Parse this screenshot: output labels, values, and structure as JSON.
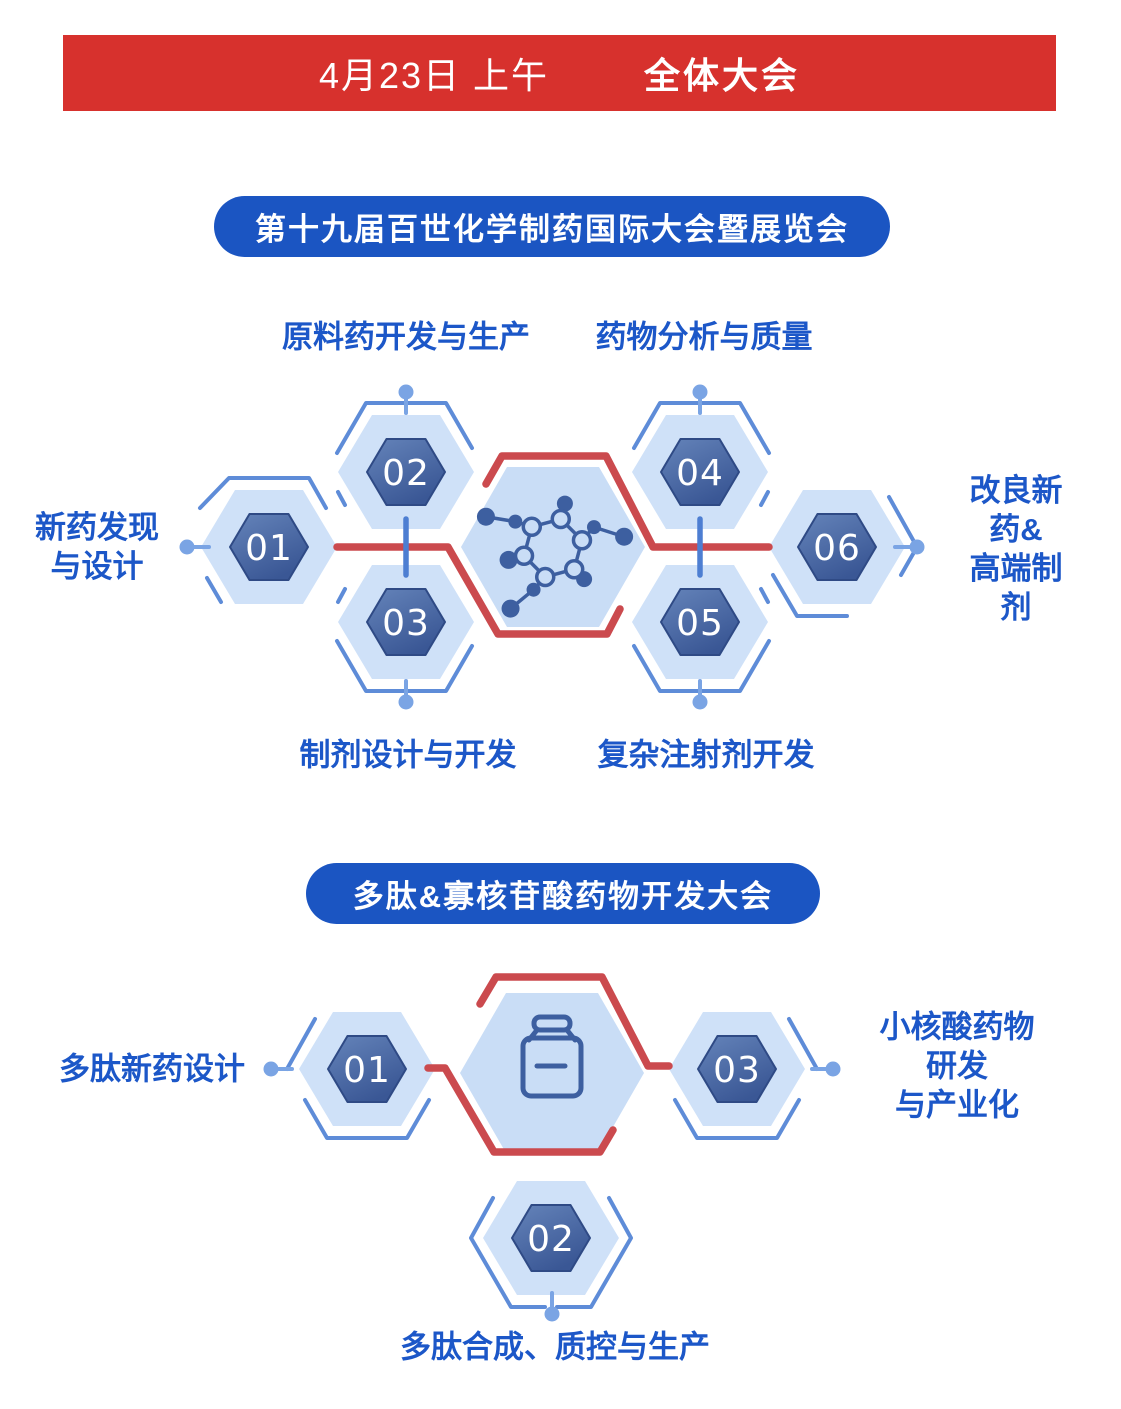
{
  "banner": {
    "date": "4月23日 上午",
    "session_title": "全体大会"
  },
  "conference1": {
    "title": "第十九届百世化学制药国际大会暨展览会",
    "center_icon": "molecule-icon",
    "tracks": [
      {
        "num": "01",
        "label": "新药发现\n与设计"
      },
      {
        "num": "02",
        "label": "原料药开发与生产"
      },
      {
        "num": "03",
        "label": "制剂设计与开发"
      },
      {
        "num": "04",
        "label": "药物分析与质量"
      },
      {
        "num": "05",
        "label": "复杂注射剂开发"
      },
      {
        "num": "06",
        "label": "改良新药&\n高端制剂"
      }
    ]
  },
  "conference2": {
    "title": "多肽&寡核苷酸药物开发大会",
    "center_icon": "medicine-bottle-icon",
    "tracks": [
      {
        "num": "01",
        "label": "多肽新药设计"
      },
      {
        "num": "02",
        "label": "多肽合成、质控与生产"
      },
      {
        "num": "03",
        "label": "小核酸药物研发\n与产业化"
      }
    ]
  },
  "colors": {
    "banner_red": "#d7312d",
    "pill_blue": "#1b55c2",
    "label_blue": "#1c57c8",
    "hex_light": "#cfe1f8",
    "hex_center_light": "#c9ddf6",
    "hex_dark_top": "#6584ba",
    "hex_dark_bottom": "#3a5795",
    "outline_blue": "#5e8cd8",
    "link_blue": "#4d7ed2",
    "dot_blue": "#7aa4e4",
    "connector_red": "#cb4a4e",
    "icon_blue": "#3d5fa0",
    "number_white": "#ffffff"
  }
}
